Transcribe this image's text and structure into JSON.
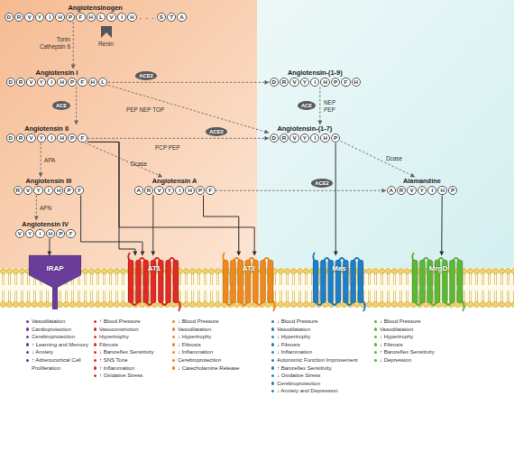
{
  "diagram": {
    "nodes": [
      {
        "text": [
          "Angiotensinogen",
          "DRVYIHPFHLVIH...STA"
        ]
      },
      {
        "text": [
          "Angiotensin I",
          "DRVYIHPFHL"
        ]
      },
      {
        "text": [
          "Angiotensin-(1-9)",
          "DRVYIHPFH"
        ]
      },
      {
        "text": [
          "Angiotensin II",
          "DRVYIHPF"
        ]
      },
      {
        "text": [
          "Angiotensin-(1-7)",
          "DRVYIHP"
        ]
      },
      {
        "text": [
          "Angiotensin III",
          "RVYIHPF"
        ]
      },
      {
        "text": [
          "Angiotensin A",
          "ARVYIHPF"
        ]
      },
      {
        "text": [
          "Alamandine",
          "ARVYIHP"
        ]
      },
      {
        "text": [
          "Angiotensin IV",
          "VYIHPF"
        ]
      },
      {
        "text": [
          "ACE2"
        ]
      },
      {
        "text": [
          "ACE"
        ]
      },
      {
        "text": [
          "ACE2"
        ]
      },
      {
        "text": [
          "ACE"
        ]
      },
      {
        "text": [
          "ACE2"
        ]
      },
      {
        "text": [
          "IRAP"
        ]
      },
      {
        "text": [
          "AT1"
        ]
      },
      {
        "text": [
          "AT2"
        ]
      },
      {
        "text": [
          "Mas"
        ]
      },
      {
        "text": [
          "MrgD"
        ]
      }
    ],
    "edges": [
      {
        "from": 0,
        "to": 1,
        "arrow": "to"
      },
      {
        "from": 1,
        "to": 3,
        "arrow": "to"
      },
      {
        "from": 1,
        "to": 2,
        "arrow": "to"
      },
      {
        "from": 1,
        "to": 4,
        "arrow": "to"
      },
      {
        "from": 2,
        "to": 4,
        "arrow": "to"
      },
      {
        "from": 3,
        "to": 4,
        "arrow": "to"
      },
      {
        "from": 3,
        "to": 5,
        "arrow": "to"
      },
      {
        "from": 3,
        "to": 6,
        "arrow": "to"
      },
      {
        "from": 5,
        "to": 8,
        "arrow": "to"
      },
      {
        "from": 4,
        "to": 7,
        "arrow": "to"
      },
      {
        "from": 6,
        "to": 7,
        "arrow": "to"
      },
      {
        "from": 8,
        "to": 14,
        "arrow": "to"
      },
      {
        "from": 5,
        "to": 15,
        "arrow": "to"
      },
      {
        "from": 3,
        "to": 15,
        "arrow": "to"
      },
      {
        "from": 6,
        "to": 15,
        "arrow": "to"
      },
      {
        "from": 6,
        "to": 16,
        "arrow": "to"
      },
      {
        "from": 3,
        "to": 16,
        "arrow": "to"
      },
      {
        "from": 4,
        "to": 17,
        "arrow": "to"
      },
      {
        "from": 7,
        "to": 18,
        "arrow": "to"
      }
    ],
    "labels": [
      "Tonin",
      "Cathepsin 6",
      "Renin",
      "PEP NEP TOP",
      "NEP",
      "PEP",
      "APA",
      "PCP PEP",
      "Dcase",
      "Dcase",
      "APN",
      "Vasodilatation",
      "Cardioprotection",
      "Cerebroprotection",
      "↑ Learning and Memory",
      "↓ Anxiety",
      "↑ Adrenocortical Cell Proliferation",
      "↑ Blood Pressure",
      "Vasoconstriction",
      "Hypertrophy",
      "Fibrosis",
      "↓ Baroreflex Sensitivity",
      "↑ SNS Tone",
      "↑ Inflammation",
      "↑ Oxidative Stress",
      "↓ Blood Pressure",
      "Vasodilatation",
      "↓ Hypertrophy",
      "↓ Fibrosis",
      "↓ Inflammation",
      "Cerebroprotection",
      "↓ Catecholamine Release",
      "↓ Blood Pressure",
      "Vasodilatation",
      "↓ Hypertrophy",
      "↓ Fibrosis",
      "↓ Inflammation",
      "Autonomic Function Improvement",
      "↑ Baroreflex Sensitivity",
      "↓ Oxidative Stress",
      "Cerebroprotection",
      "↓ Anxiety and Depression",
      "↓ Blood Pressure",
      "Vasodilatation",
      "↓ Hypertrophy",
      "↓ Fibrosis",
      "↑ Baroreflex Sensitivity",
      "↓ Depression"
    ]
  }
}
